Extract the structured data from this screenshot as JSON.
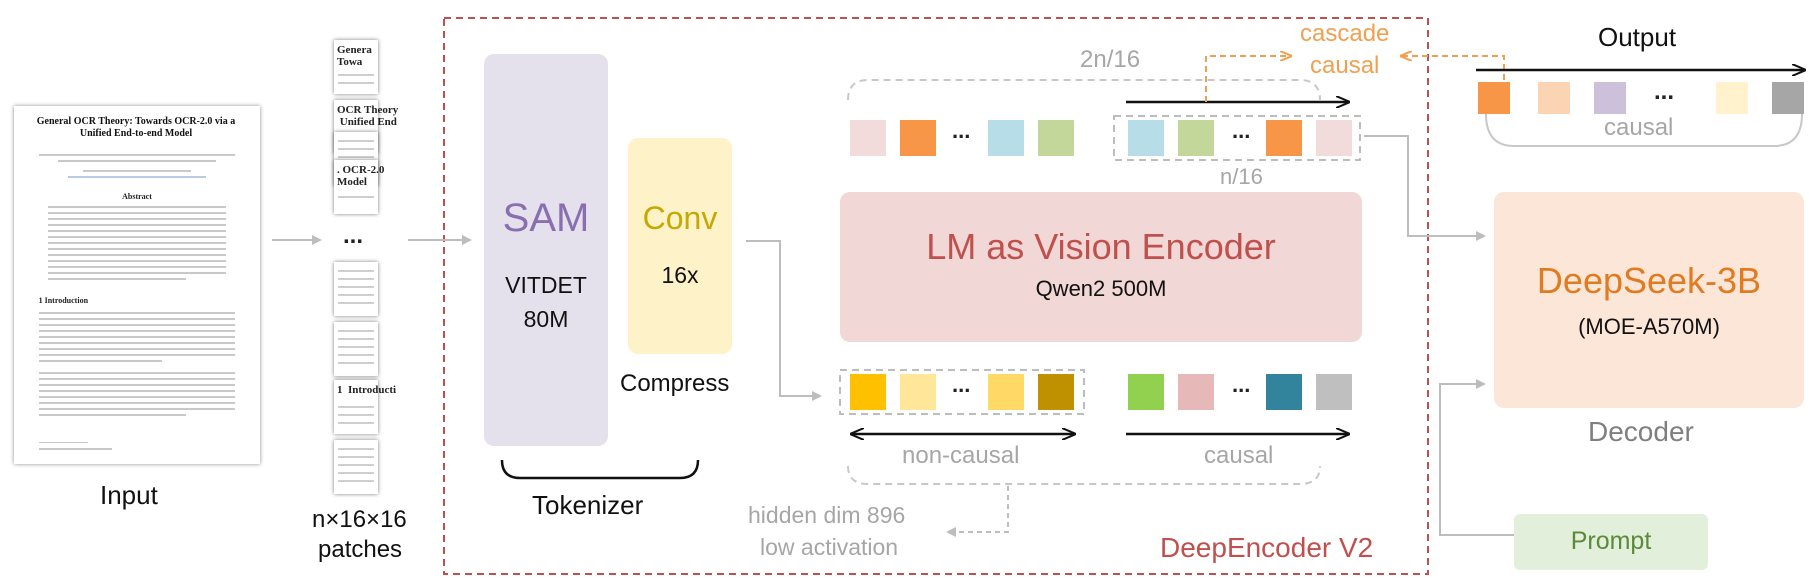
{
  "input": {
    "label": "Input",
    "doc_title": "General OCR Theory: Towards OCR-2.0 via a Unified End-to-end Model",
    "doc_abstract_heading": "Abstract",
    "doc_section_heading": "1   Introduction"
  },
  "patches": {
    "label_line1": "n×16×16",
    "label_line2": "patches",
    "ellipsis": "...",
    "snippets": [
      "Genera\nTowa",
      "OCR Theory\n Unified End",
      "",
      ". OCR-2.0\nModel",
      "",
      "",
      "1  Introducti",
      ""
    ]
  },
  "tokenizer": {
    "sam_title": "SAM",
    "sam_sub1": "VITDET",
    "sam_sub2": "80M",
    "conv_title": "Conv",
    "conv_sub": "16x",
    "compress_label": "Compress",
    "label": "Tokenizer"
  },
  "encoder": {
    "frame_label": "DeepEncoder V2",
    "lm_title": "LM as Vision Encoder",
    "lm_sub": "Qwen2 500M",
    "top_label": "2n/16",
    "n16_label": "n/16",
    "noncausal_label": "non-causal",
    "causal_label": "causal",
    "cascade_line1": "cascade",
    "cascade_line2": "causal",
    "hidden_line1": "hidden dim 896",
    "hidden_line2": "low activation",
    "ellipsis": "..."
  },
  "decoder": {
    "output_label": "Output",
    "causal_label": "causal",
    "title": "DeepSeek-3B",
    "sub": "(MOE-A570M)",
    "label": "Decoder",
    "prompt": "Prompt",
    "ellipsis": "..."
  },
  "colors": {
    "sam": "#e4e1ec",
    "sam_text": "#8a6fb0",
    "conv": "#fdf2c8",
    "conv_text": "#c5a800",
    "lm_box": "#f1d7d5",
    "lm_text": "#c0504d",
    "decoder_box": "#fce6d8",
    "decoder_text": "#e07b21",
    "prompt_box": "#e2efda",
    "prompt_text": "#5a8a3a",
    "frame": "#c0504d",
    "cascade": "#f0a050",
    "gray_text": "#a6a6a6"
  }
}
